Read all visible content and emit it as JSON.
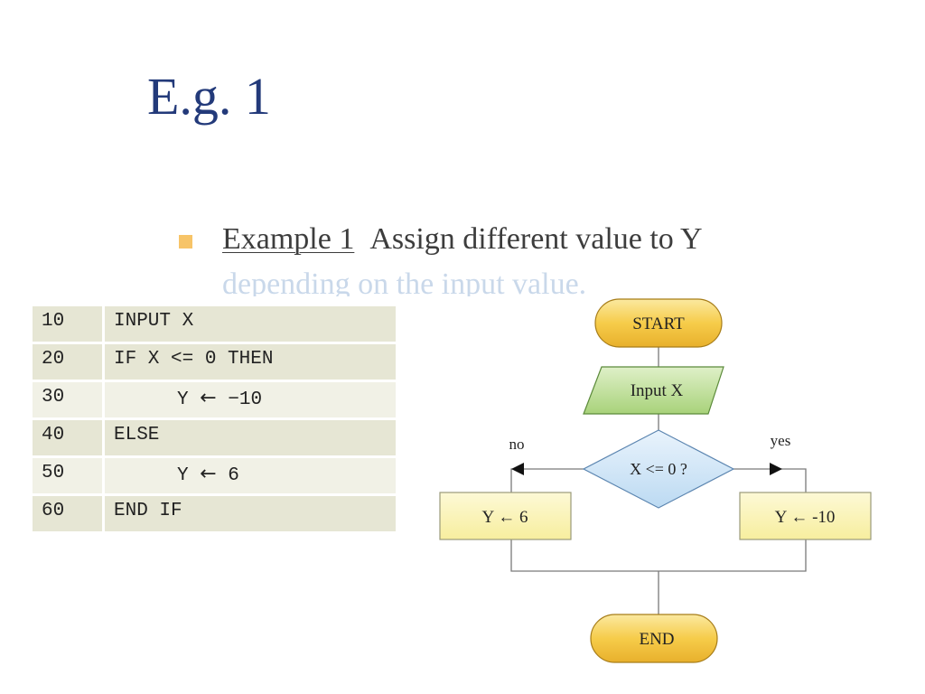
{
  "slide": {
    "title": "E.g. 1",
    "bullet": {
      "link_text": "Example 1",
      "text_line1": "Assign different value to Y",
      "text_line2": "depending on the input value."
    }
  },
  "code": [
    {
      "num": "10",
      "text": "INPUT X"
    },
    {
      "num": "20",
      "text": "IF X <= 0 THEN"
    },
    {
      "num": "30",
      "pre": "Y",
      "arrow": "←",
      "post": "−10"
    },
    {
      "num": "40",
      "text": "ELSE"
    },
    {
      "num": "50",
      "pre": "Y",
      "arrow": "←",
      "post": "6"
    },
    {
      "num": "60",
      "text": "END IF"
    }
  ],
  "flowchart": {
    "start": "START",
    "input": "Input X",
    "decision": "X <= 0 ?",
    "no_label": "no",
    "yes_label": "yes",
    "no_box": "Y ← 6",
    "yes_box": "Y ← -10",
    "end": "END"
  },
  "colors": {
    "title": "#233a7a",
    "bullet_marker": "#f7c468",
    "terminal_fill": "#f6cc4a",
    "io_fill": "#b8dc8a",
    "decision_fill": "#cfe4f6",
    "process_fill": "#fbf4b3"
  }
}
